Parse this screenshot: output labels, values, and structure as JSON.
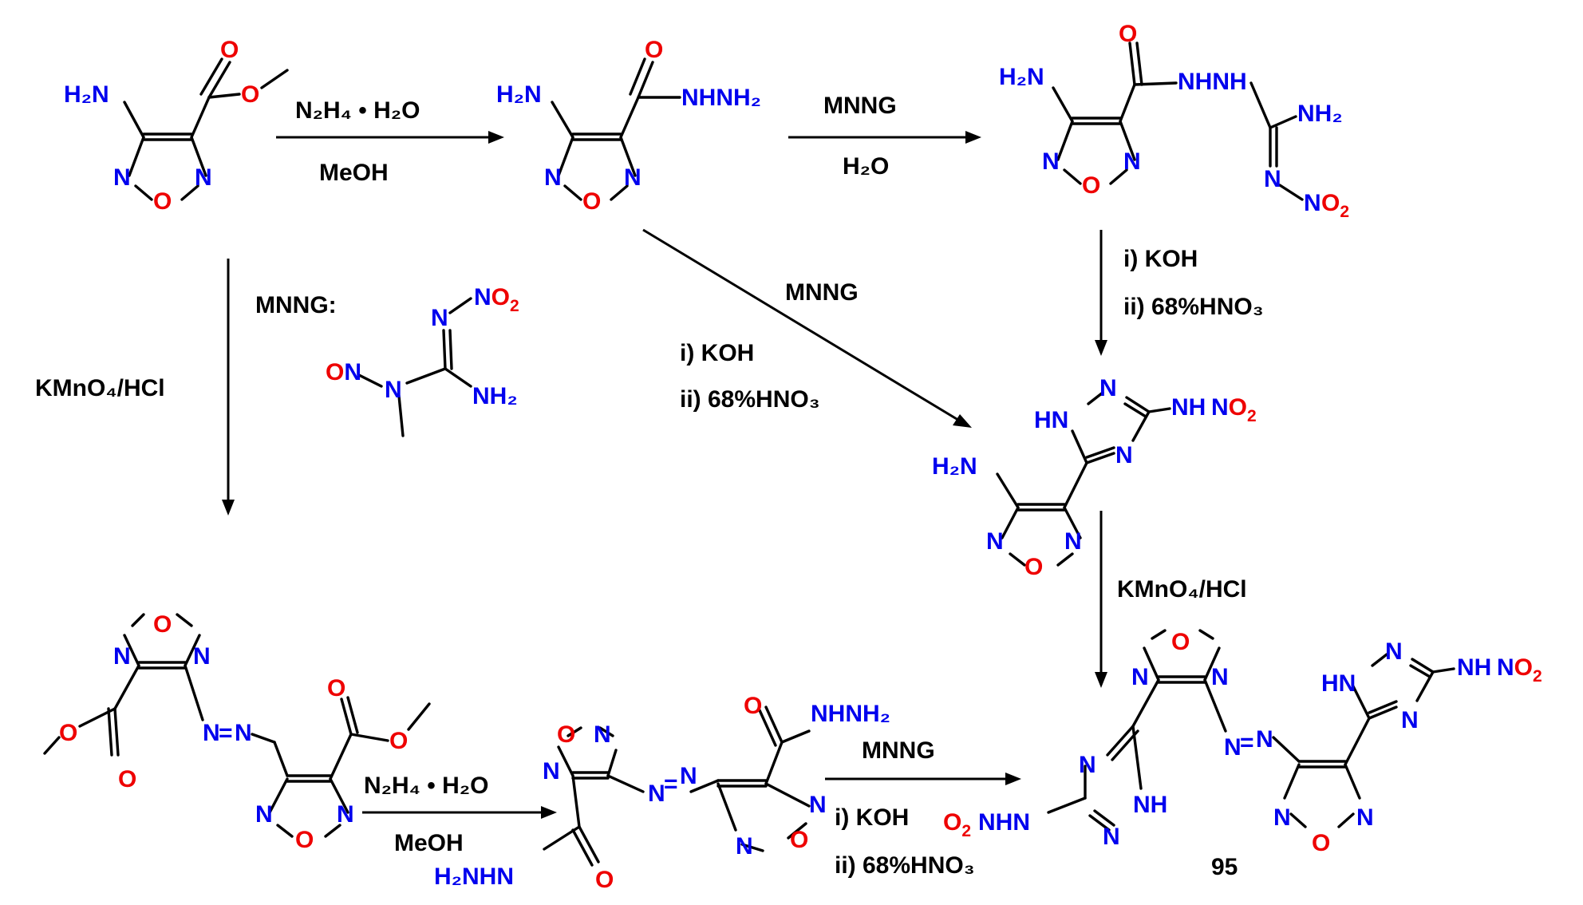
{
  "colors": {
    "nitrogen": "#0000ee",
    "oxygen": "#ee0000",
    "carbon_and_text": "#000000"
  },
  "legend": {
    "title": "MNNG:"
  },
  "compound_number": "95",
  "reagents": {
    "r1": {
      "line1": "N₂H₄ • H₂O",
      "line2": "MeOH"
    },
    "r2": {
      "line1": "MNNG",
      "line2": "H₂O"
    },
    "r3": {
      "line1": "i) KOH",
      "line2": "ii) 68%HNO₃"
    },
    "r4": {
      "line1": "MNNG",
      "line2": "i) KOH",
      "line3": "ii) 68%HNO₃"
    },
    "r5": {
      "line1": "KMnO₄/HCl"
    },
    "r6": {
      "line1": "KMnO₄/HCl"
    },
    "r7": {
      "line1": "N₂H₄ • H₂O",
      "line2": "MeOH"
    },
    "r8": {
      "line1": "MNNG",
      "line2": "i) KOH",
      "line3": "ii) 68%HNO₃"
    }
  },
  "atoms": {
    "N": "N",
    "O": "O",
    "NH": "NH",
    "HN": "HN",
    "NH2": "NH₂",
    "H2N": "H₂N",
    "NO2": "NO₂",
    "ON": "ON",
    "O2N": "O₂N",
    "NHNH2": "NHNH₂",
    "H2NHN": "H₂NHN",
    "NHNH": "NHNH",
    "NHNO2": "NHNO₂"
  }
}
